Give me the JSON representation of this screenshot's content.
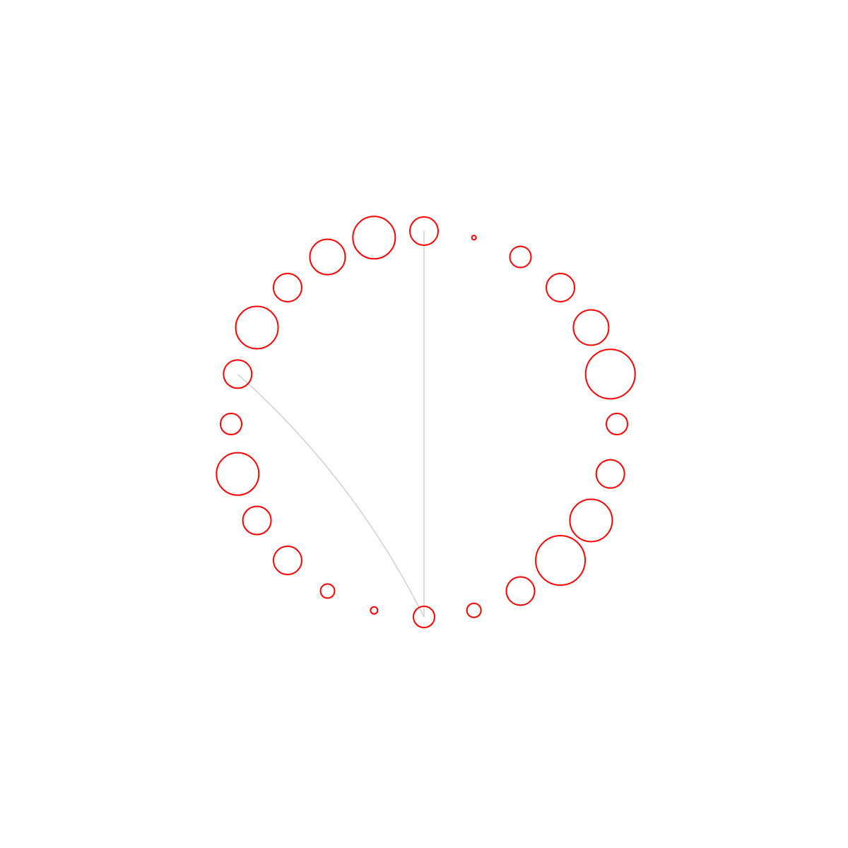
{
  "diagram": {
    "type": "circular-network",
    "background_color": "#ffffff",
    "node_stroke_color": "#ff0000",
    "edge_color": "#d0d0d0",
    "node_count": 24,
    "node_radii_relative": [
      15,
      10,
      20,
      35,
      30,
      20,
      15,
      35,
      25,
      20,
      15,
      3,
      20,
      30,
      25,
      20,
      30,
      20,
      15,
      30,
      20,
      20,
      10,
      5
    ],
    "edges": [
      {
        "from": 0,
        "to": 17
      },
      {
        "from": 0,
        "to": 12
      }
    ]
  }
}
